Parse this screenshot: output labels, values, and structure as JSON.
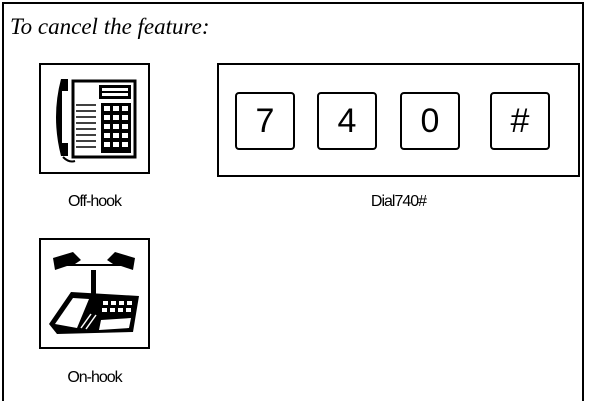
{
  "heading": "To cancel the feature:",
  "steps": {
    "off_hook": {
      "label": "Off-hook",
      "icon": "off-hook-phone-icon"
    },
    "dial": {
      "label": "Dial740#",
      "keys": [
        "7",
        "4",
        "0",
        "#"
      ]
    },
    "on_hook": {
      "label": "On-hook",
      "icon": "on-hook-phone-icon"
    }
  }
}
